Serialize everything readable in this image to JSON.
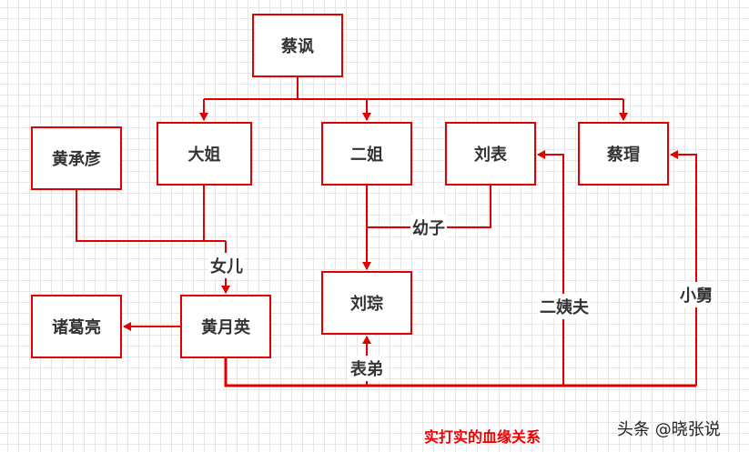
{
  "nodes": {
    "cai_feng": "蔡讽",
    "huang_chengyan": "黄承彦",
    "da_jie": "大姐",
    "er_jie": "二姐",
    "liu_biao": "刘表",
    "cai_mao": "蔡瑁",
    "zhuge_liang": "诸葛亮",
    "huang_yueying": "黄月英",
    "liu_cong": "刘琮"
  },
  "edge_labels": {
    "daughter": "女儿",
    "youngest_son": "幼子",
    "cousin": "表弟",
    "uncle_in_law": "二姨夫",
    "little_uncle": "小舅"
  },
  "caption": "实打实的血缘关系",
  "watermark": "头条 @晓张说",
  "colors": {
    "line": "#e00000",
    "grid": "#e6e6e6"
  }
}
